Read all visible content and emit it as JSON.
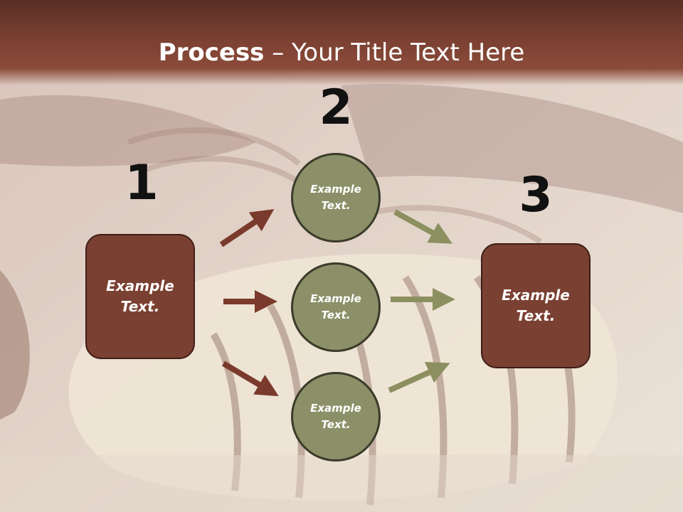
{
  "title": {
    "bold": "Process",
    "rest": " – Your Title Text Here"
  },
  "steps": [
    {
      "number": "1",
      "label": "Example Text."
    },
    {
      "number": "2",
      "labels": [
        "Example Text.",
        "Example Text.",
        "Example Text."
      ]
    },
    {
      "number": "3",
      "label": "Example Text."
    }
  ],
  "colors": {
    "box": "#7a4032",
    "circle": "#8c9068",
    "arrow_left": "#7a3a2c",
    "arrow_right": "#8c9060",
    "title_band": "#7a4031"
  }
}
